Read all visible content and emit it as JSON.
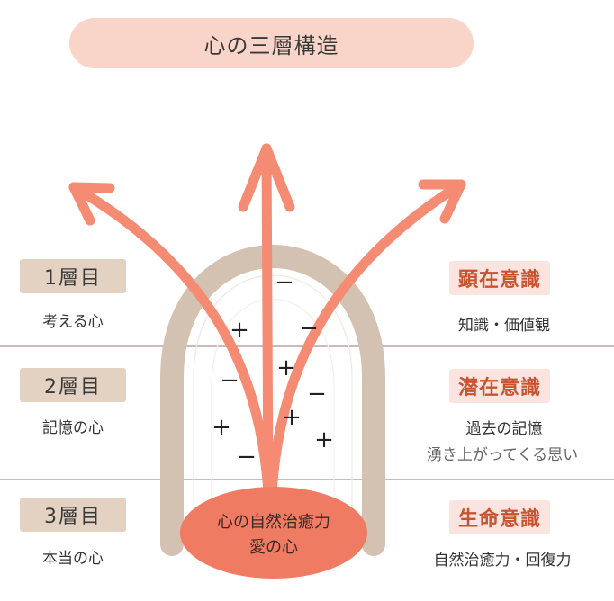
{
  "title": "心の三層構造",
  "layers": [
    {
      "label": "1層目",
      "sub": "考える心"
    },
    {
      "label": "2層目",
      "sub": "記憶の心"
    },
    {
      "label": "3層目",
      "sub": "本当の心"
    }
  ],
  "minds": [
    {
      "label": "顕在意識",
      "sub": [
        "知識・価値観"
      ]
    },
    {
      "label": "潜在意識",
      "sub": [
        "過去の記憶",
        "湧き上がってくる思い"
      ]
    },
    {
      "label": "生命意識",
      "sub": [
        "自然治癒力・回復力"
      ]
    }
  ],
  "core": {
    "line1": "心の自然治癒力",
    "line2": "愛の心"
  },
  "signs": [
    "−",
    "+",
    "−",
    "+",
    "−",
    "−",
    "+",
    "+",
    "+",
    "−"
  ],
  "colors": {
    "arrow": "#f58b73",
    "arch": "#d3c2b1",
    "core": "#f07b63",
    "title_bg": "#f9d5c9",
    "mind_text": "#c8532f"
  }
}
